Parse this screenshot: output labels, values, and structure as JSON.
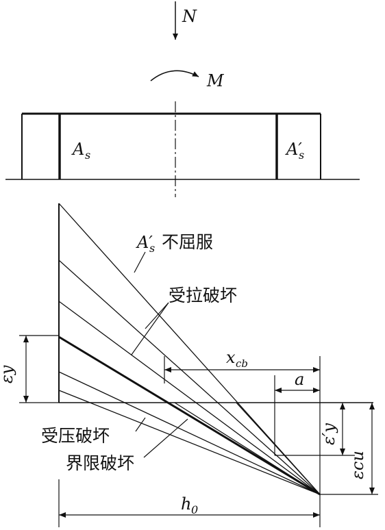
{
  "labels": {
    "axial_force": "N",
    "moment": "M",
    "steel_tension": "A",
    "steel_tension_sub": "s",
    "steel_compression": "A′",
    "steel_compression_sub": "s",
    "strain_yield": "εy",
    "strain_yield_prime": "ε′y",
    "strain_ultimate": "εcu",
    "neutral_axis_balanced": "x",
    "neutral_axis_balanced_sub": "cb",
    "cover": "a",
    "effective_depth": "h",
    "effective_depth_sub": "0"
  },
  "annotations": {
    "compression_steel_not_yield_prefix": "A′",
    "compression_steel_not_yield_sub": "s",
    "compression_steel_not_yield_text": "不屈服",
    "tension_failure": "受拉破坏",
    "compression_failure": "受压破坏",
    "balanced_failure": "界限破坏"
  }
}
